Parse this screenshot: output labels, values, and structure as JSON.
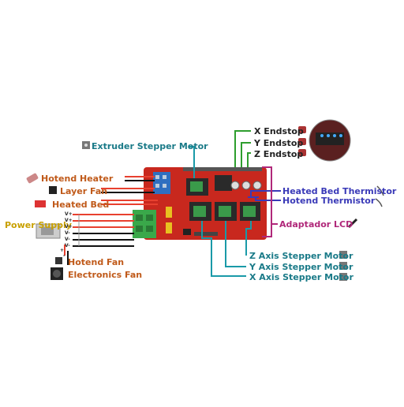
{
  "labels": {
    "x_endstop": "X Endstop",
    "y_endstop": "Y Endstop",
    "z_endstop": "Z Endstop",
    "extruder_stepper_motor": "Extruder Stepper Motor",
    "hotend_heater": "Hotend Heater",
    "layer_fan": "Layer Fan",
    "heated_bed": "Heated Bed",
    "heated_bed_thermistor": "Heated Bed Thermistor",
    "hotend_thermistor": "Hotend Thermistor",
    "power_supply": "Power Supply",
    "adaptador_lcd": "Adaptador LCD",
    "hotend_fan": "Hotend Fan",
    "electronics_fan": "Electronics Fan",
    "z_axis_stepper_motor": "Z Axis Stepper Motor",
    "y_axis_stepper_motor": "Y Axis Stepper Motor",
    "x_axis_stepper_motor": "X Axis Stepper Motor"
  },
  "psu_terminals": [
    "V+",
    "V+",
    "V+",
    "V-",
    "V-",
    "V-"
  ],
  "fan_terminals": [
    "+",
    "-"
  ],
  "colors": {
    "endstop_wire": "#2e9e2e",
    "stepper_wire": "#1a9aa8",
    "heater_wire": "#e8402f",
    "bed_wire": "#e8402f",
    "thermistor_wire": "#3a3ab8",
    "lcd_wire": "#b0287a",
    "power_label": "#c8a000",
    "heater_label": "#c05a1a",
    "board_red": "#c8281e"
  }
}
